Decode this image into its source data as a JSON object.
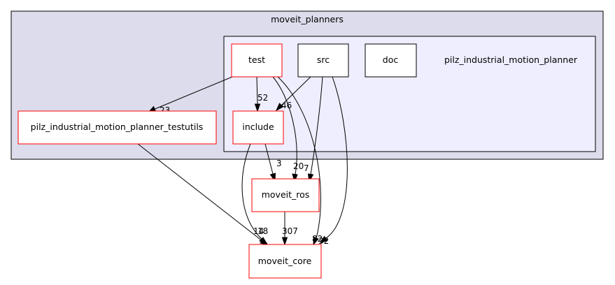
{
  "graph": {
    "outer_cluster": {
      "title": "moveit_planners"
    },
    "inner_cluster": {
      "title": "pilz_industrial_motion_planner"
    },
    "nodes": {
      "test": "test",
      "src": "src",
      "doc": "doc",
      "include": "include",
      "testutils": "pilz_industrial_motion_planner_testutils",
      "moveit_ros": "moveit_ros",
      "moveit_core": "moveit_core"
    },
    "edge_labels": {
      "test_to_testutils": "23",
      "test_to_include": "52",
      "src_to_include": "46",
      "include_to_moveit_ros": "3",
      "test_to_moveit_ros": "20",
      "src_to_moveit_ros": "7",
      "testutils_to_moveit_core": "18",
      "include_to_moveit_core": "14",
      "moveit_ros_to_moveit_core": "307",
      "test_to_moveit_core": "82",
      "src_to_moveit_core": "32"
    }
  },
  "colors": {
    "outer_cluster_fill": "#dcdcec",
    "inner_cluster_fill": "#eeeeff",
    "external_node_border": "#ff0000",
    "plain_node_border": "#000000"
  }
}
